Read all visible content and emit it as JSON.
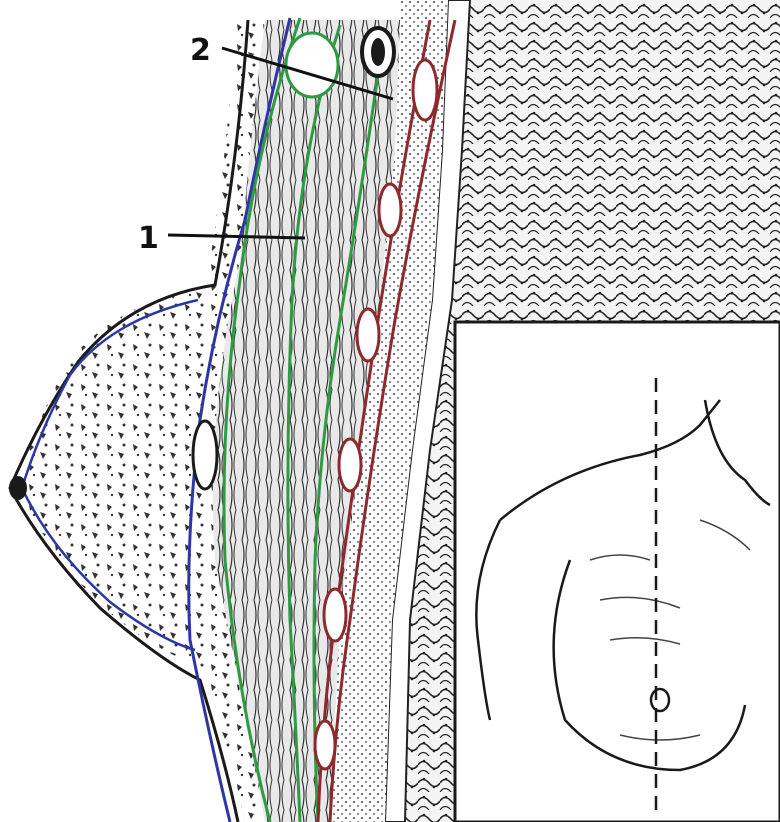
{
  "labels": [
    {
      "id": "1",
      "text": "1"
    },
    {
      "id": "2",
      "text": "2"
    }
  ],
  "colors": {
    "blue_line": "#2e36a6",
    "green_line": "#2f9a44",
    "red_line": "#8e2a2e",
    "ink": "#1a1a1a",
    "paper": "#ffffff"
  },
  "icons": [
    "breast-sagittal-section",
    "torso-inset-sketch"
  ]
}
